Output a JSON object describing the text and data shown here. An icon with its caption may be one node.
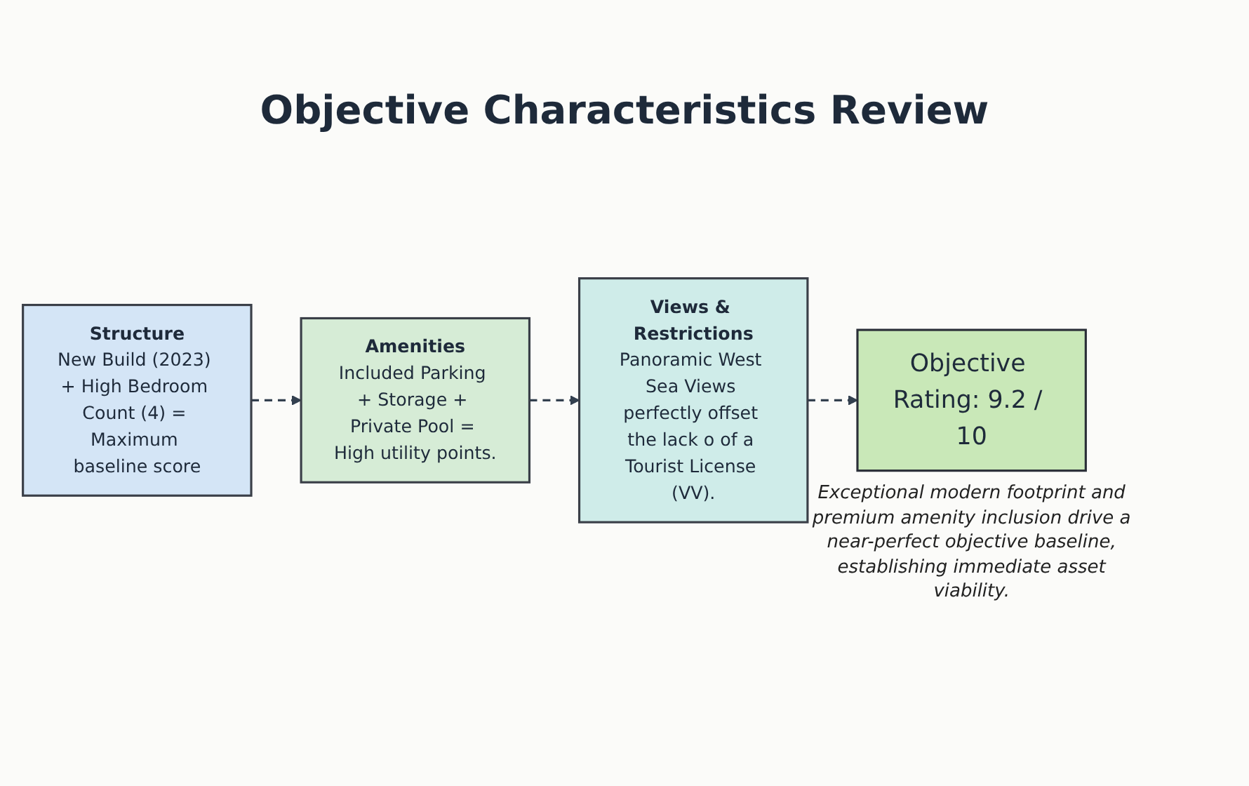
{
  "diagram": {
    "title": "Objective Characteristics Review",
    "nodes": [
      {
        "text": [
          "Structure",
          "New Build (2023) + High Bedroom Count (4) = Maximum baseline score"
        ]
      },
      {
        "text": [
          "Amenities",
          "Included Parking + Storage + Private Pool = High utility points."
        ]
      },
      {
        "text": [
          "Views & Restrictions",
          "Panoramic West Sea Views perfectly offset the lack o of a Tourist License (VV)."
        ]
      },
      {
        "text": [
          "Objective Rating: 9.2 / 10"
        ],
        "beside": [
          "Exceptional modern footprint and premium amenity inclusion drive a near-perfect objective baseline, establishing immediate asset viability."
        ]
      }
    ],
    "edges": [
      {
        "from": 0,
        "to": 1,
        "arrow": "to",
        "style": "dashed"
      },
      {
        "from": 1,
        "to": 2,
        "arrow": "to",
        "style": "dashed"
      },
      {
        "from": 2,
        "to": 3,
        "arrow": "to",
        "style": "dashed"
      }
    ]
  }
}
